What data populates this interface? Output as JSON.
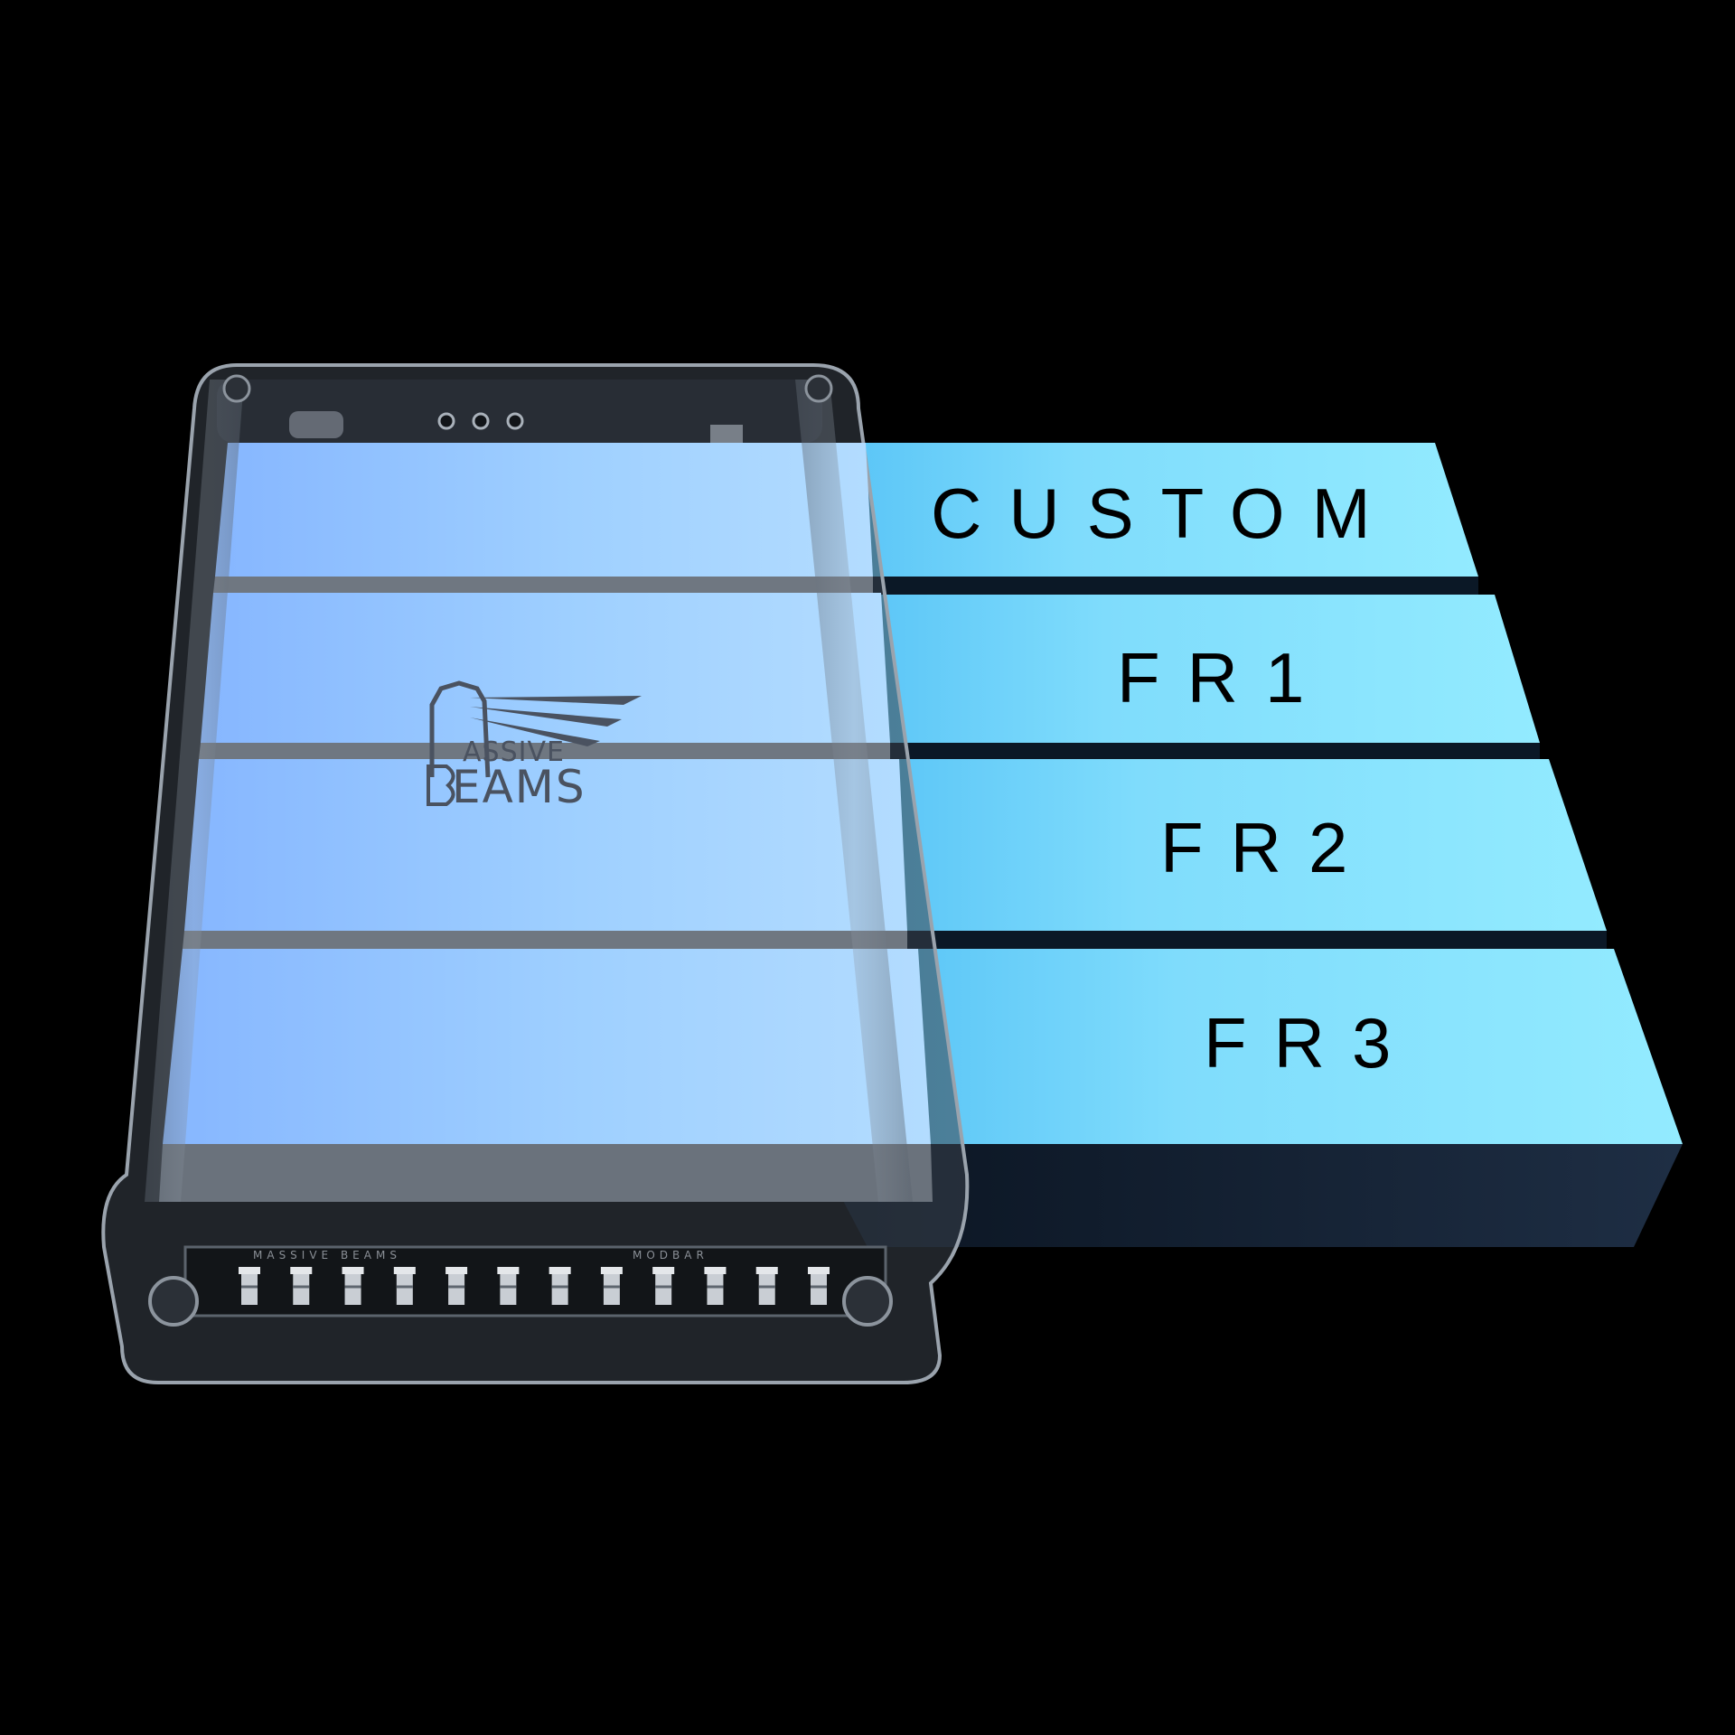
{
  "bands": [
    {
      "label": "CUSTOM"
    },
    {
      "label": "FR1"
    },
    {
      "label": "FR2"
    },
    {
      "label": "FR3"
    }
  ],
  "logo": {
    "line1": "ASSIVE",
    "line2": "EAMS"
  },
  "device_etch": {
    "left": "MASSIVE BEAMS",
    "right": "MODBAR"
  },
  "colors": {
    "background": "#000000",
    "band_light": "#8fe8ff",
    "band_mid": "#7bd8fb",
    "band_shadow": "#0b1a2a",
    "device_blue": "#8fc4ff",
    "enclosure": "#a6b0bb"
  }
}
